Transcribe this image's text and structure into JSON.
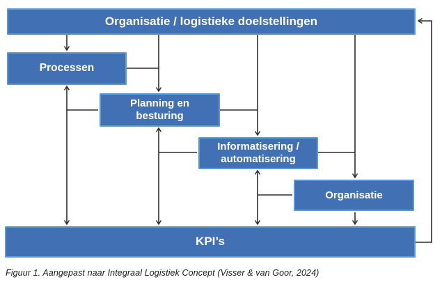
{
  "figure": {
    "caption": "Figuur 1. Aangepast naar Integraal Logistiek Concept (Visser & van Goor, 2024)"
  },
  "colors": {
    "box_fill": "#4270b4",
    "box_border": "#5b9bd5",
    "line": "#2d2d2d",
    "node_text": "#ffffff",
    "background": "#ffffff",
    "caption_text": "#1c1c1c"
  },
  "nodes": {
    "goals": {
      "label": "Organisatie / logistieke doelstellingen"
    },
    "processes": {
      "label": "Processen"
    },
    "planning": {
      "line1": "Planning en",
      "line2": "besturing"
    },
    "information": {
      "line1": "Informatisering /",
      "line2": "automatisering"
    },
    "organisation": {
      "label": "Organisatie"
    },
    "kpi": {
      "label": "KPI’s"
    }
  }
}
